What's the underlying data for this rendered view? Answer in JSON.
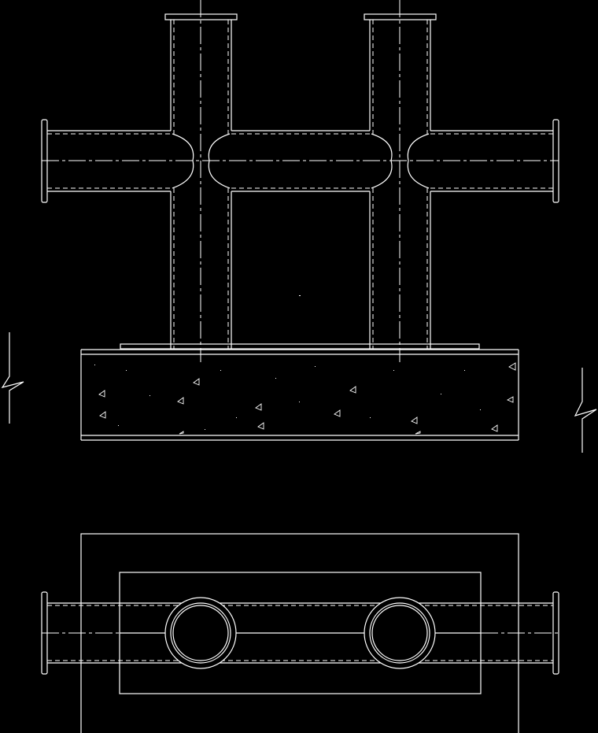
{
  "drawing": {
    "title_visible": false,
    "views": [
      "elevation",
      "plan"
    ],
    "colors": {
      "background": "#000000",
      "lines": "#ffffff"
    },
    "elevation": {
      "risers": 2,
      "horizontal_branches": 3,
      "base": "concrete"
    },
    "plan": {
      "riser_circles": 2
    }
  }
}
